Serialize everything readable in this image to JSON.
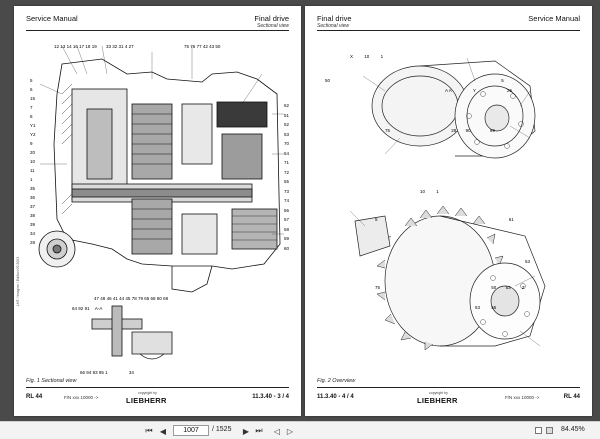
{
  "left_page": {
    "header_left": "Service Manual",
    "header_right": "Final drive",
    "header_sub": "Sectional view",
    "caption": "Fig. 1   Sectional view",
    "footer_code": "RL 44",
    "footer_fn": "F/N xxx 10000 ->",
    "copyright": "copyright by",
    "logo": "LIEBHERR",
    "page_ref": "11.3.40 - 3 / 4",
    "side_text": "LHT / Imagine / Edition 09.2003",
    "callouts_top": [
      "12",
      "13",
      "14",
      "16",
      "17",
      "18",
      "19",
      "33",
      "32",
      "31",
      "4",
      "27",
      "75",
      "76",
      "77",
      "42",
      "43",
      "50"
    ],
    "callouts_left": [
      "5",
      "6",
      "15",
      "7",
      "8",
      "Y1",
      "Y2",
      "9",
      "20",
      "10",
      "11",
      "1",
      "35",
      "36",
      "37",
      "38",
      "39",
      "34",
      "28"
    ],
    "callouts_right": [
      "62",
      "51",
      "52",
      "53",
      "70",
      "54",
      "71",
      "72",
      "55",
      "73",
      "74",
      "56",
      "57",
      "58",
      "59",
      "60"
    ],
    "callouts_bottom": [
      "47",
      "48",
      "46",
      "41",
      "44",
      "45",
      "78",
      "79",
      "65",
      "68",
      "80",
      "69",
      "64",
      "92",
      "91",
      "A-A",
      "66",
      "94",
      "93",
      "95",
      "1",
      "34"
    ]
  },
  "right_page": {
    "header_left": "Final drive",
    "header_right": "Service Manual",
    "header_sub": "Sectional view",
    "caption": "Fig. 2   Overview",
    "footer_code": "RL 44",
    "footer_fn": "F/N xxx 10000 ->",
    "copyright": "copyright by",
    "logo": "LIEBHERR",
    "page_ref": "11.3.40 - 4 / 4",
    "callouts_top": [
      "X",
      "10",
      "1",
      "50",
      "5",
      "A",
      "A",
      "Y",
      "25",
      "75",
      "28",
      "90",
      "99"
    ],
    "callouts_bottom": [
      "5",
      "10",
      "1",
      "75",
      "61",
      "53",
      "50",
      "53",
      "Z",
      "53",
      "55"
    ]
  },
  "toolbar": {
    "current_page": "1007",
    "total_pages": "/ 1525",
    "zoom": "84.45%",
    "icons": [
      "first-page-icon",
      "prev-page-icon",
      "next-page-icon",
      "last-page-icon",
      "back-icon",
      "forward-icon",
      "fit-page-icon",
      "two-page-icon",
      "zoom-out-icon",
      "zoom-in-icon"
    ]
  }
}
